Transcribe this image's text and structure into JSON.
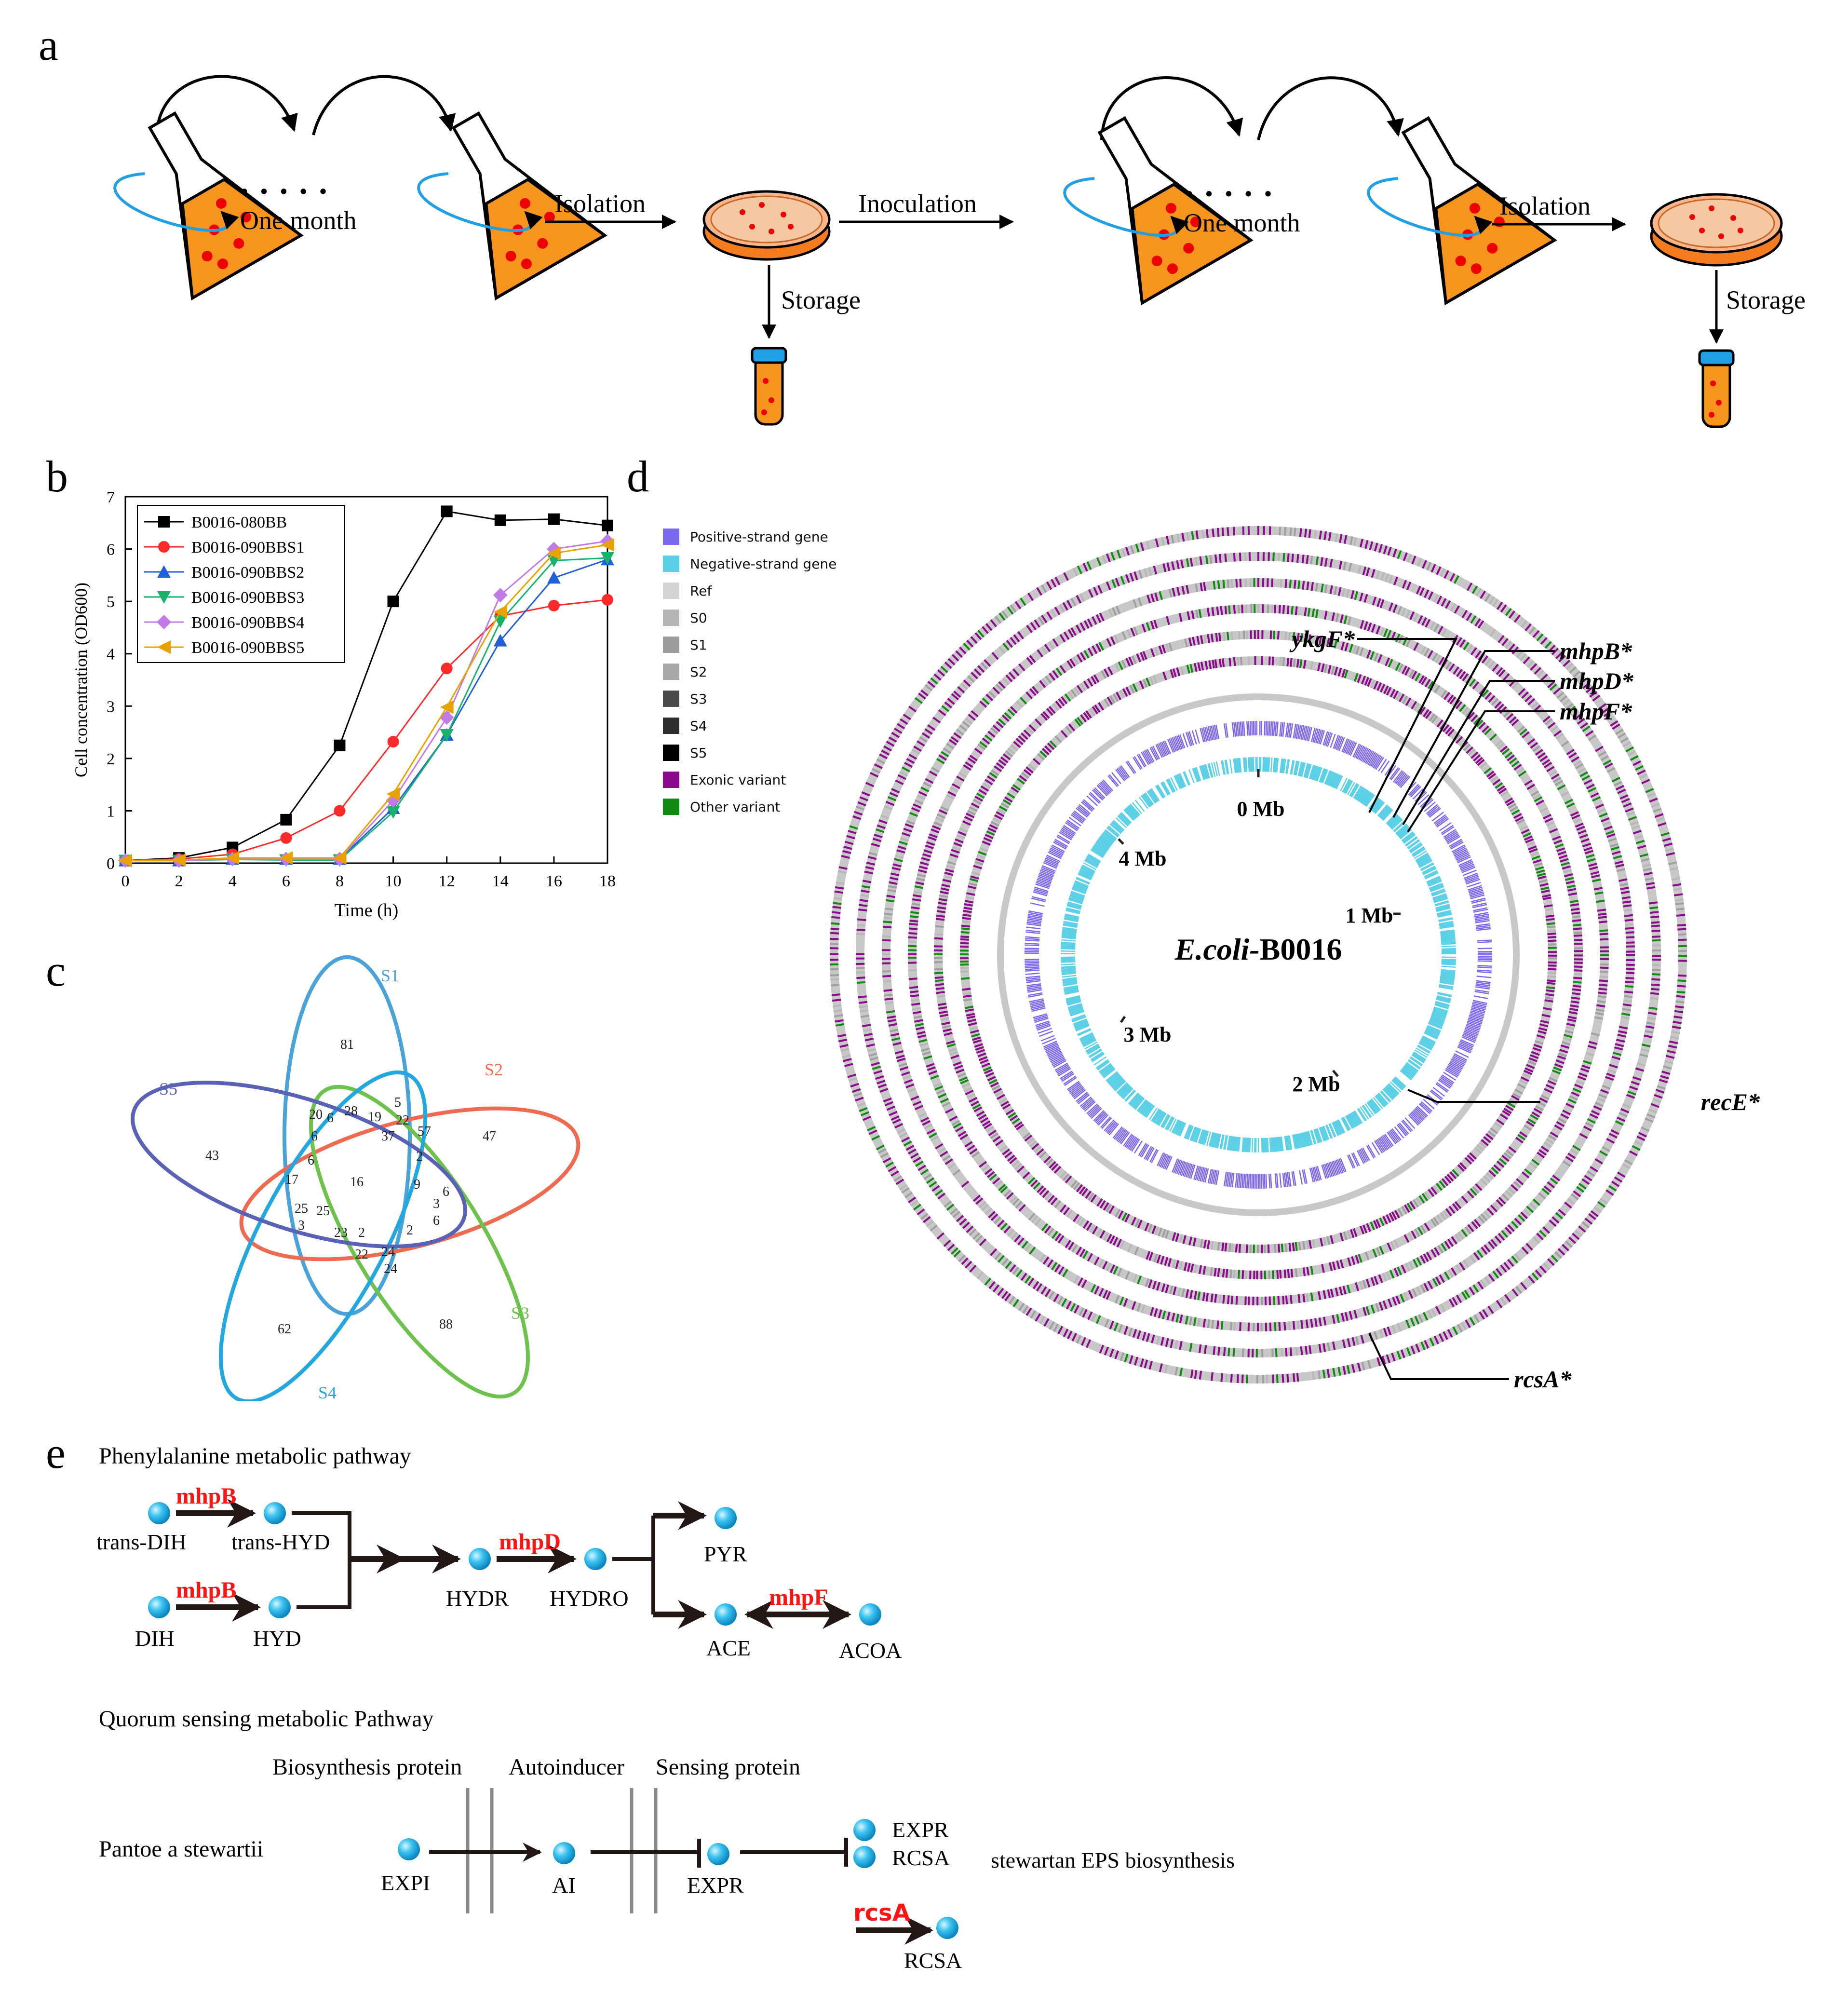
{
  "panels": {
    "a": {
      "label": "a",
      "one_month_1": "One month",
      "isolation_1": "Isolation",
      "inoculation": "Inoculation",
      "storage_1": "Storage",
      "one_month_2": "One month",
      "isolation_2": "Isolation",
      "storage_2": "Storage"
    },
    "b": {
      "label": "b"
    },
    "c": {
      "label": "c"
    },
    "d": {
      "label": "d"
    },
    "e": {
      "label": "e"
    }
  },
  "chart_data": {
    "type": "line",
    "xlabel": "Time (h)",
    "ylabel": "Cell concentration (OD600)",
    "xlim": [
      0,
      18
    ],
    "ylim": [
      0,
      7
    ],
    "xticks": [
      0,
      2,
      4,
      6,
      8,
      10,
      12,
      14,
      16,
      18
    ],
    "yticks": [
      0,
      1,
      2,
      3,
      4,
      5,
      6,
      7
    ],
    "grid": false,
    "legend_position": "top-left",
    "x": [
      0,
      2,
      4,
      6,
      8,
      10,
      12,
      14,
      16,
      18
    ],
    "series": [
      {
        "name": "B0016-080BB",
        "color": "#000000",
        "marker": "square",
        "values": [
          0.05,
          0.1,
          0.3,
          0.83,
          2.25,
          5.0,
          6.72,
          6.55,
          6.57,
          6.45
        ]
      },
      {
        "name": "B0016-090BBS1",
        "color": "#ff2a2a",
        "marker": "circle",
        "values": [
          0.05,
          0.08,
          0.17,
          0.48,
          1.0,
          2.32,
          3.72,
          4.72,
          4.92,
          5.03
        ]
      },
      {
        "name": "B0016-090BBS2",
        "color": "#1f5fdc",
        "marker": "triangle-up",
        "values": [
          0.05,
          0.05,
          0.08,
          0.08,
          0.08,
          1.05,
          2.45,
          4.25,
          5.45,
          5.8
        ]
      },
      {
        "name": "B0016-090BBS3",
        "color": "#17b26b",
        "marker": "triangle-down",
        "values": [
          0.05,
          0.05,
          0.07,
          0.06,
          0.06,
          0.98,
          2.45,
          4.62,
          5.78,
          5.83
        ]
      },
      {
        "name": "B0016-090BBS4",
        "color": "#c27be6",
        "marker": "diamond",
        "values": [
          0.05,
          0.05,
          0.08,
          0.08,
          0.08,
          1.2,
          2.78,
          5.12,
          6.0,
          6.15
        ]
      },
      {
        "name": "B0016-090BBS5",
        "color": "#e8a200",
        "marker": "triangle-left",
        "values": [
          0.05,
          0.06,
          0.1,
          0.1,
          0.1,
          1.32,
          2.98,
          4.8,
          5.92,
          6.08
        ]
      }
    ]
  },
  "venn": {
    "sets": [
      {
        "name": "S1",
        "color": "#4aa3d8"
      },
      {
        "name": "S2",
        "color": "#f06a4f"
      },
      {
        "name": "S3",
        "color": "#6cc24a"
      },
      {
        "name": "S4",
        "color": "#23a7e0"
      },
      {
        "name": "S5",
        "color": "#5a62b8"
      }
    ],
    "counts": [
      "81",
      "47",
      "88",
      "62",
      "43",
      "5",
      "22",
      "57",
      "2",
      "9",
      "6",
      "3",
      "6",
      "2",
      "24",
      "24",
      "22",
      "23",
      "3",
      "25",
      "25",
      "17",
      "6",
      "20",
      "6",
      "28",
      "19",
      "6",
      "37",
      "16",
      "2"
    ]
  },
  "circos": {
    "legend": [
      {
        "label": "Positive-strand gene",
        "color": "#7b68ee"
      },
      {
        "label": "Negative-strand gene",
        "color": "#5bd0e6"
      },
      {
        "label": "Ref",
        "color": "#d4d4d4"
      },
      {
        "label": "S0",
        "color": "#b4b4b4"
      },
      {
        "label": "S1",
        "color": "#9c9c9c"
      },
      {
        "label": "S2",
        "color": "#a8a8a8"
      },
      {
        "label": "S3",
        "color": "#4a4a4a"
      },
      {
        "label": "S4",
        "color": "#2e2e2e"
      },
      {
        "label": "S5",
        "color": "#000000"
      },
      {
        "label": "Exonic variant",
        "color": "#8b0a8b"
      },
      {
        "label": "Other variant",
        "color": "#118a11"
      }
    ],
    "center_prefix": "E.coli-",
    "center_suffix": "B0016",
    "ticks": [
      "0 Mb",
      "1 Mb",
      "2 Mb",
      "3 Mb",
      "4 Mb"
    ],
    "genes": [
      "ykgF*",
      "mhpB*",
      "mhpD*",
      "mhpF*",
      "recE*",
      "rcsA*"
    ]
  },
  "pathway": {
    "phe_title": "Phenylalanine metabolic pathway",
    "nodes": {
      "trans_dih": "trans-DIH",
      "trans_hyd": "trans-HYD",
      "dih": "DIH",
      "hyd": "HYD",
      "hydr": "HYDR",
      "hydro": "HYDRO",
      "pyr": "PYR",
      "ace": "ACE",
      "acoa": "ACOA"
    },
    "enzymes": {
      "mhpb1": "mhpB",
      "mhpb2": "mhpB",
      "mhpd": "mhpD",
      "mhpf": "mhpF",
      "rcsa": "rcsA"
    },
    "qs_title": "Quorum sensing metabolic Pathway",
    "col_biosynthesis": "Biosynthesis protein",
    "col_autoinducer": "Autoinducer",
    "col_sensing": "Sensing protein",
    "organism": "Pantoe a stewartii",
    "qs_nodes": {
      "expi": "EXPI",
      "ai": "AI",
      "expr": "EXPR",
      "expr2": "EXPR",
      "rcsa1": "RCSA",
      "rcsa2": "RCSA"
    },
    "eps": "stewartan EPS biosynthesis"
  }
}
